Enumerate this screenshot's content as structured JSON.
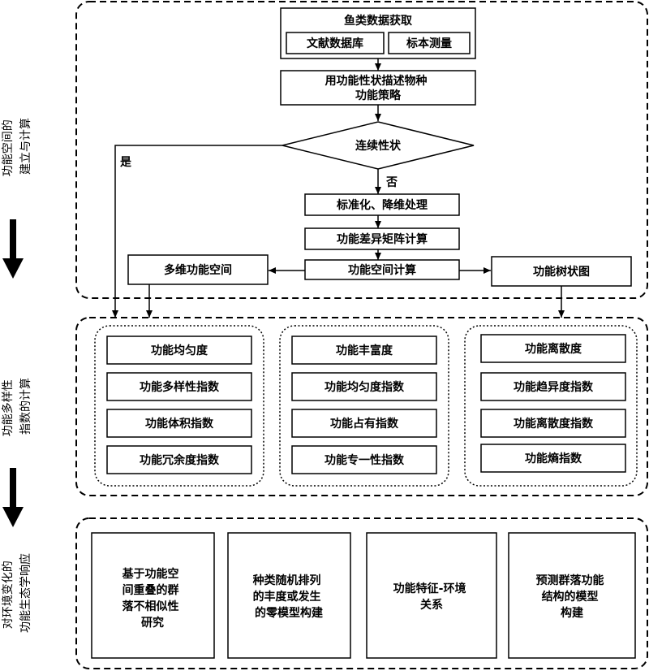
{
  "sections": {
    "build": {
      "side_label": [
        "功能空间的",
        "建立与计算"
      ],
      "acquire": {
        "title": "鱼类数据获取",
        "sub": [
          "文献数据库",
          "标本测量"
        ]
      },
      "describe": [
        "用功能性状描述物种",
        "功能策略"
      ],
      "decision": {
        "label": "连续性状",
        "yes": "是",
        "no": "否"
      },
      "steps": [
        "标准化、降维处理",
        "功能差异矩阵计算",
        "功能空间计算"
      ],
      "outputs": {
        "left": "多维功能空间",
        "right": "功能树状图"
      }
    },
    "indices": {
      "side_label": [
        "功能多样性",
        "指数的计算"
      ],
      "groups": [
        {
          "items": [
            "功能均匀度",
            "功能多样性指数",
            "功能体积指数",
            "功能冗余度指数"
          ]
        },
        {
          "items": [
            "功能丰富度",
            "功能均匀度指数",
            "功能占有指数",
            "功能专一性指数"
          ]
        },
        {
          "items": [
            "功能离散度",
            "功能趋异度指数",
            "功能离散度指数",
            "功能熵指数"
          ]
        }
      ]
    },
    "response": {
      "side_label": [
        "对环境变化的",
        "功能生态学响应"
      ],
      "boxes": [
        [
          "基于功能空",
          "间重叠的群",
          "落不相似性",
          "研究"
        ],
        [
          "种类随机排列",
          "的丰度或发生",
          "的零模型构建"
        ],
        [
          "功能特征-环境",
          "关系"
        ],
        [
          "预测群落功能",
          "结构的模型",
          "构建"
        ]
      ]
    }
  }
}
